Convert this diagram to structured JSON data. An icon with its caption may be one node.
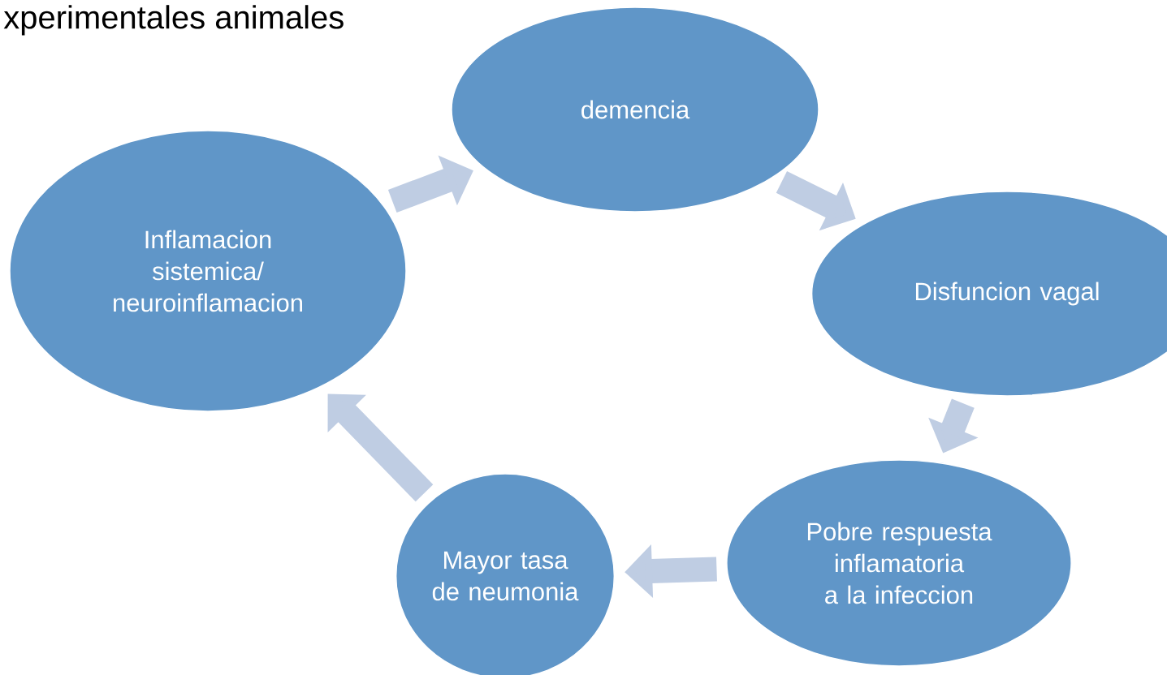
{
  "diagram": {
    "title": "xperimentales animales",
    "nodes": [
      {
        "text": [
          "Inflamacion sistemica/ neuroinflamacion"
        ]
      },
      {
        "text": [
          "demencia"
        ]
      },
      {
        "text": [
          "Disfuncion vagal"
        ]
      },
      {
        "text": [
          "Pobre respuesta inflamatoria a la infeccion"
        ]
      },
      {
        "text": [
          "Mayor tasa de neumonia"
        ]
      }
    ],
    "edges": [
      {
        "from": 0,
        "to": 1,
        "arrow": "to"
      },
      {
        "from": 1,
        "to": 2,
        "arrow": "to"
      },
      {
        "from": 2,
        "to": 3,
        "arrow": "to"
      },
      {
        "from": 3,
        "to": 4,
        "arrow": "to"
      },
      {
        "from": 4,
        "to": 0,
        "arrow": "to"
      }
    ]
  }
}
